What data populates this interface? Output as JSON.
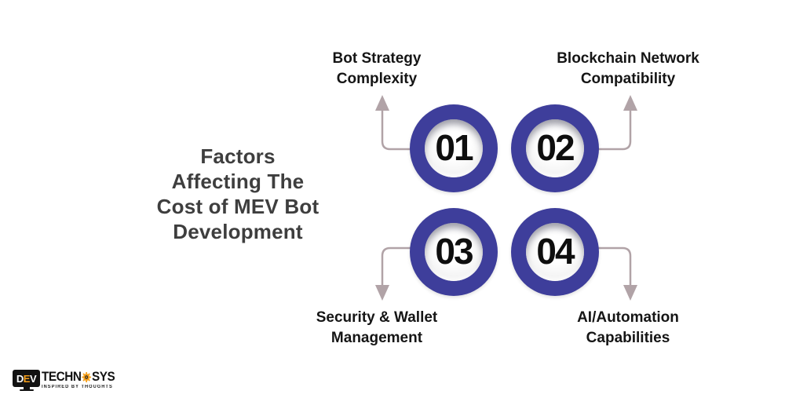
{
  "page": {
    "background": "#ffffff"
  },
  "title": {
    "lines": [
      "Factors",
      "Affecting The",
      "Cost of MEV Bot",
      "Development"
    ],
    "color": "#3E3E3E"
  },
  "factors": [
    {
      "number": "01",
      "label_lines": [
        "Bot Strategy",
        "Complexity"
      ],
      "label_position": "top-left"
    },
    {
      "number": "02",
      "label_lines": [
        "Blockchain Network",
        "Compatibility"
      ],
      "label_position": "top-right"
    },
    {
      "number": "03",
      "label_lines": [
        "Security & Wallet",
        "Management"
      ],
      "label_position": "bottom-left"
    },
    {
      "number": "04",
      "label_lines": [
        "AI/Automation",
        "Capabilities"
      ],
      "label_position": "bottom-right"
    }
  ],
  "colors": {
    "circle_ring": "#3E3E9B",
    "inner_circle": "#F2F2F2",
    "number_text": "#0E0E0E",
    "arrow": "#B1A3A7",
    "title_text": "#3E3E3E",
    "label_text": "#151515",
    "logo_accent": "#F7A01B"
  },
  "logo": {
    "monitor_letters": {
      "d": "D",
      "e": "E",
      "v": "V"
    },
    "brand_left": "TECHN",
    "brand_right": "SYS",
    "tagline": "INSPIRED BY THOUGHTS"
  }
}
